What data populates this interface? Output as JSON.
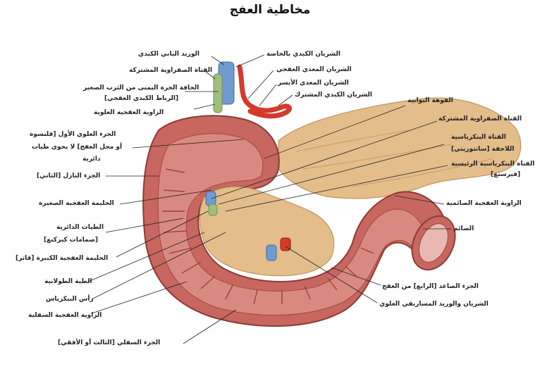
{
  "title": "مخاطية العفج",
  "labels": {
    "portal_vein": "الوريد البابي الكبدي",
    "common_bile_duct_top": "القناة الصفراوية المشتركة",
    "hepatoduodenal_edge": "الحافة الحرة اليمنى من الثرب الصغير",
    "hepatoduodenal_lig": "[الرباط الكبدي العفجي]",
    "superior_flexure": "الزاوية العفجية العلوية",
    "sup_part_1": "الجزء العلوي الأول [قلنسوة",
    "sup_part_2": "أو مجل العفج] لا يحوي طيات",
    "sup_part_3": "دائرية",
    "descending_part": "الجزء النازل [الثاني]",
    "minor_papilla": "الحليمة العفجية الصغيرة",
    "circular_folds_1": "الطيات الدائرية",
    "circular_folds_2": "[صمامات كيركنغ]",
    "major_papilla": "الحليمة العفجية الكبيرة [فاتر]",
    "longitudinal_fold": "الطية الطولانية",
    "pancreas_head": "رأس البنكرياس",
    "inferior_flexure": "الزاوية العفجية السفلية",
    "inferior_part": "الجزء السفلي [الثالث أو الأفقي]",
    "proper_hepatic_artery": "الشريان الكبدي بالخاصة",
    "gastroduodenal_artery": "الشريان المعدي العفجي",
    "left_gastric_artery": "الشريان المعدي الأيسر",
    "common_hepatic_artery": "الشريان الكبدي المشترك",
    "pylorus": "الفوهة البوابية",
    "common_bile_duct": "القناة الصفراوية المشتركة",
    "accessory_duct_1": "القناة البنكرياسية",
    "accessory_duct_2": "اللاحقة [سانتوريني]",
    "main_duct_1": "القناة البنكرياسية الرئيسية",
    "main_duct_2": "[فيرسنغ]",
    "duodenojejunal_flexure": "الزاوية العفجية الصائمية",
    "jejunum": "الصائم",
    "ascending_part": "الجزء الصاعد [الرابع] من العفج",
    "sup_mesenteric": "الشريان والوريد المساريقي العلوي"
  },
  "colors": {
    "duodenum": "#c7675f",
    "duodenum_dark": "#8e3a35",
    "mucosa": "#d98a80",
    "pancreas": "#e3bd8a",
    "artery": "#d43a2c",
    "vein": "#6f9bd0",
    "bile_duct": "#9fbf7a",
    "leader": "#222222"
  }
}
